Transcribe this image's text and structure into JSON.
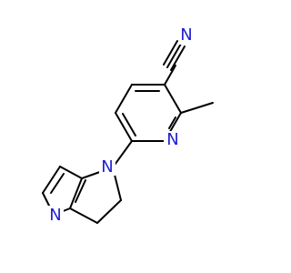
{
  "molecule": {
    "atoms": {
      "nitrile_n": "N",
      "pyridine_n": "N",
      "indoline_n": "N",
      "pyridine_ring_n": "N"
    },
    "colors": {
      "bond": "#000000",
      "heteroatom": "#1f1fd1",
      "background": "#ffffff"
    }
  }
}
